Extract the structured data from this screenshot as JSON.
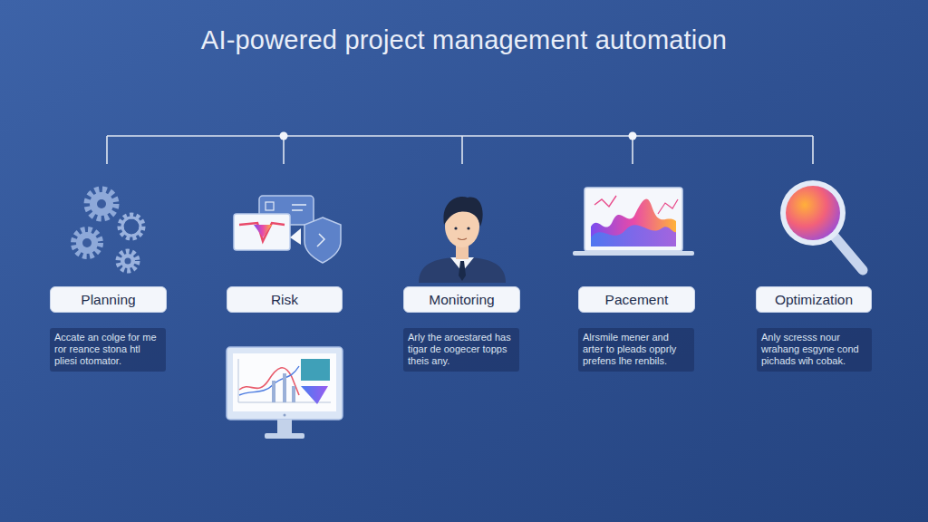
{
  "diagram": {
    "title": "AI-powered project management automation",
    "nodes": [
      {
        "text": [
          "Planning"
        ]
      },
      {
        "text": [
          "Risk"
        ]
      },
      {
        "text": [
          "Monitoring"
        ]
      },
      {
        "text": [
          "Pacement"
        ]
      },
      {
        "text": [
          "Optimization"
        ]
      },
      {
        "text": [
          "Accate an colge for me ror reance stona htl pliesi otomator."
        ]
      },
      {
        "text": [
          "Arly the aroestared has tigar de oogecer topps theis any."
        ]
      },
      {
        "text": [
          "Alrsmile mener and arter to pleads opprly prefens lhe renbils."
        ]
      },
      {
        "text": [
          "Anly scresss nour wrahang esgyne cond pichads wih cobak."
        ]
      }
    ]
  }
}
